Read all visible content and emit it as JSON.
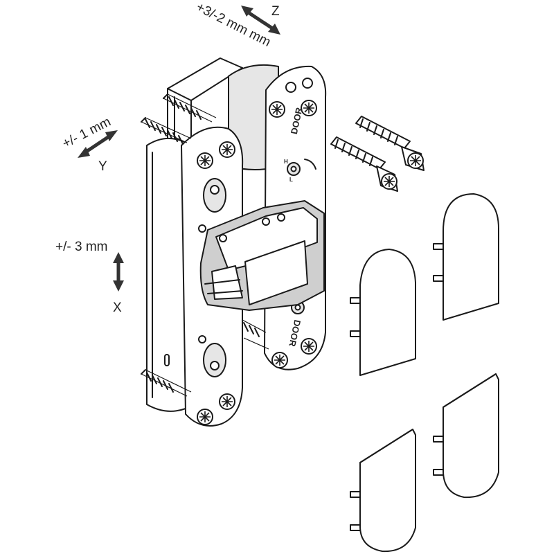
{
  "labels": {
    "z_axis": "Z",
    "z_adjust": "+3/-2 mm mm",
    "y_adjust": "+/- 1 mm",
    "y_axis": "Y",
    "x_adjust": "+/- 3 mm",
    "x_axis": "X"
  },
  "hinge": {
    "door_label_top": "DOOR",
    "door_label_bottom": "DOOR",
    "adjust_mark_h": "H",
    "adjust_mark_l": "L"
  },
  "parts": {
    "screw_count": 6,
    "cover_cap_count": 4
  }
}
